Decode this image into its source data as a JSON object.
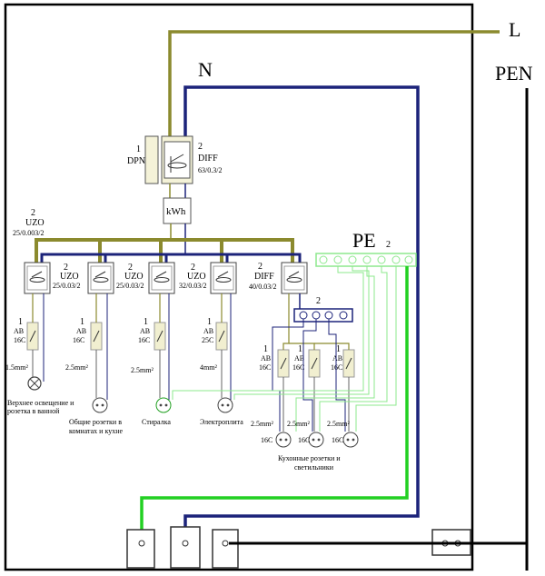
{
  "labels": {
    "L": "L",
    "N": "N",
    "PEN": "PEN",
    "PE": "PE",
    "PE_count": "2",
    "dpn_count": "1",
    "dpn": "DPN",
    "diff_main_count": "2",
    "diff_main": "DIFF",
    "diff_main_rating": "63/0.3/2",
    "meter": "kWh",
    "uzo1_count": "2",
    "uzo1_name": "UZO",
    "uzo1_rating": "25/0.003/2",
    "uzo2_count": "2",
    "uzo2_name": "UZO",
    "uzo2_rating": "25/0.03/2",
    "uzo3_count": "2",
    "uzo3_name": "UZO",
    "uzo3_rating": "25/0.03/2",
    "uzo4_count": "2",
    "uzo4_name": "UZO",
    "uzo4_rating": "32/0.03/2",
    "diff2_count": "2",
    "diff2_name": "DIFF",
    "diff2_rating": "40/0.03/2",
    "nbus_count": "2",
    "ab1_count": "1",
    "ab1_name": "AB",
    "ab1_rating": "16C",
    "ab2_count": "1",
    "ab2_name": "AB",
    "ab2_rating": "16C",
    "ab3_count": "1",
    "ab3_name": "AB",
    "ab3_rating": "16C",
    "ab4_count": "1",
    "ab4_name": "AB",
    "ab4_rating": "25C",
    "ab5_count": "1",
    "ab5_name": "AB",
    "ab5_rating": "16C",
    "ab6_count": "1",
    "ab6_name": "AB",
    "ab6_rating": "16C",
    "ab7_count": "1",
    "ab7_name": "AB",
    "ab7_rating": "16C",
    "wire1": "1.5mm²",
    "wire2": "2.5mm²",
    "wire3": "2.5mm²",
    "wire4": "4mm²",
    "wire5": "2.5mm²",
    "wire6": "2.5mm²",
    "wire7": "2.5mm²",
    "sock5_rating": "16C",
    "sock6_rating": "16C",
    "sock7_rating": "16C",
    "load1_line1": "Верхнее освещение и",
    "load1_line2": "розетка в ванной",
    "load2_line1": "Общие розетки в",
    "load2_line2": "комнатах и кухне",
    "load3": "Стиралка",
    "load4": "Электроплита",
    "load5_line1": "Кухонные розетки и",
    "load5_line2": "светильники"
  },
  "colors": {
    "phase": "#8b8a2e",
    "neutral": "#1c237a",
    "pe": "#22d022",
    "pe_light": "#8ee88e",
    "frame": "#000000",
    "device": "#c8c490",
    "ab_body": "#e8e6c0"
  }
}
